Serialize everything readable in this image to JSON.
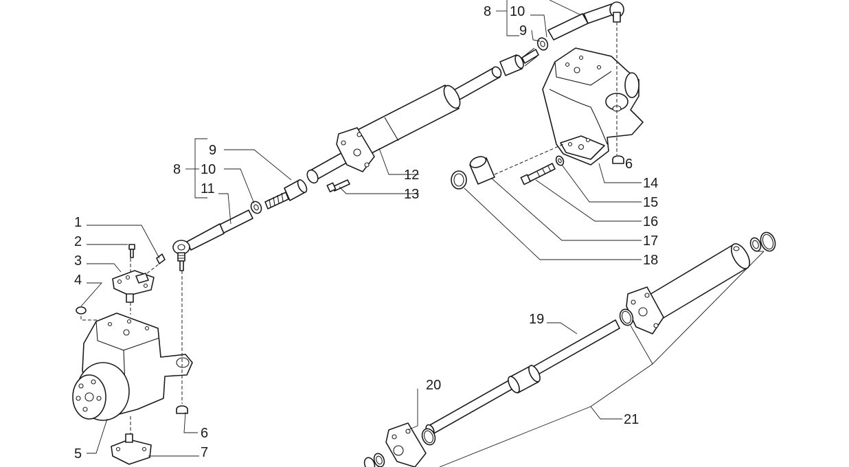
{
  "diagram": {
    "callouts": {
      "c1": "1",
      "c2": "2",
      "c3": "3",
      "c4": "4",
      "c5": "5",
      "c6a": "6",
      "c6b": "6",
      "c7": "7",
      "c8a": "8",
      "c9a": "9",
      "c10a": "10",
      "c11": "11",
      "c8b": "8",
      "c9b": "9",
      "c10b": "10",
      "c12": "12",
      "c13": "13",
      "c14": "14",
      "c15": "15",
      "c16": "16",
      "c17": "17",
      "c18": "18",
      "c19": "19",
      "c20": "20",
      "c21": "21"
    }
  }
}
